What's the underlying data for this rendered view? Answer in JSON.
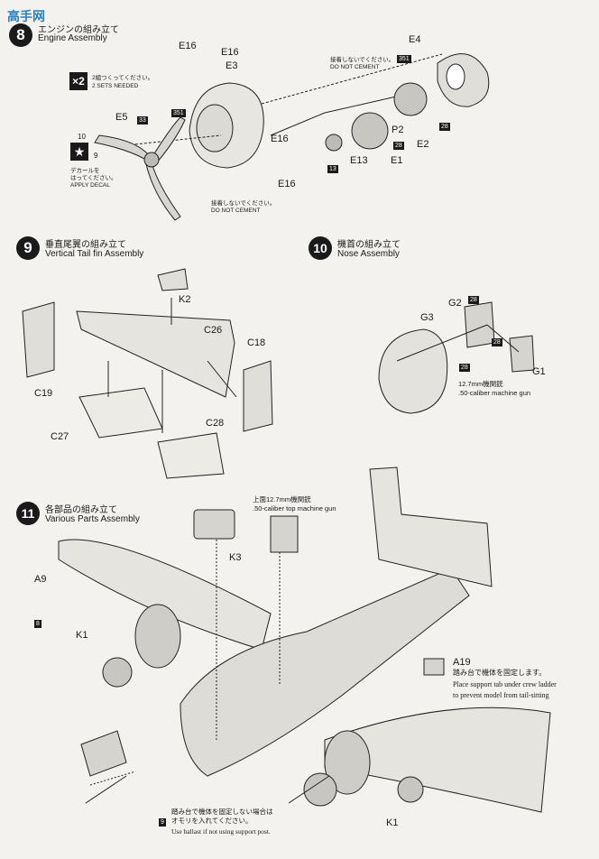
{
  "watermark": "高手网",
  "step8": {
    "number": "8",
    "jp": "エンジンの組み立て",
    "en": "Engine Assembly"
  },
  "step9": {
    "number": "9",
    "jp": "垂直尾翼の組み立て",
    "en": "Vertical Tail fin Assembly"
  },
  "step10": {
    "number": "10",
    "jp": "機首の組み立て",
    "en": "Nose Assembly"
  },
  "step11": {
    "number": "11",
    "jp": "各部品の組み立て",
    "en": "Various Parts Assembly"
  },
  "engine": {
    "labels": {
      "e16a": "E16",
      "e16b": "E16",
      "e3": "E3",
      "e4": "E4",
      "e5": "E5",
      "e16c": "E16",
      "e16d": "E16",
      "e13": "E13",
      "e1": "E1",
      "e2": "E2",
      "p2": "P2"
    },
    "refs": {
      "r351a": "351",
      "r351b": "351",
      "r33": "33",
      "r28a": "28",
      "r28b": "28",
      "r13": "13",
      "r10": "10",
      "r9": "9"
    },
    "x2_label": "×2",
    "x2_jp": "2組つくってください。",
    "x2_en": "2 SETS NEEDED",
    "nocement_jp": "接着しないでください。",
    "nocement_en": "DO NOT CEMENT",
    "decal_jp1": "デカールを",
    "decal_jp2": "はってください。",
    "decal_en": "APPLY DECAL"
  },
  "tail": {
    "labels": {
      "k2": "K2",
      "c26": "C26",
      "c18": "C18",
      "c19": "C19",
      "c27": "C27",
      "c28": "C28"
    }
  },
  "nose": {
    "labels": {
      "g2": "G2",
      "g3": "G3",
      "g1": "G1"
    },
    "refs": {
      "r28a": "28",
      "r28b": "28",
      "r28c": "28"
    },
    "gun_jp": "12.7mm機関銃",
    "gun_en": ".50-caliber machine gun"
  },
  "various": {
    "labels": {
      "k3": "K3",
      "a9": "A9",
      "k1a": "K1",
      "a19": "A19",
      "k1b": "K1"
    },
    "refs": {
      "r8": "8",
      "r9": "9"
    },
    "topgun_jp": "上面12.7mm機関銃",
    "topgun_en": ".50-caliber top machine gun",
    "support_jp": "踏み台で機体を固定します。",
    "support_en1": "Place support tab under crew ladder",
    "support_en2": "to prevent model from tail-sitting",
    "ballast_jp1": "踏み台で機体を固定しない場合は",
    "ballast_jp2": "オモリを入れてください。",
    "ballast_en": "Use ballast if not using support post."
  }
}
